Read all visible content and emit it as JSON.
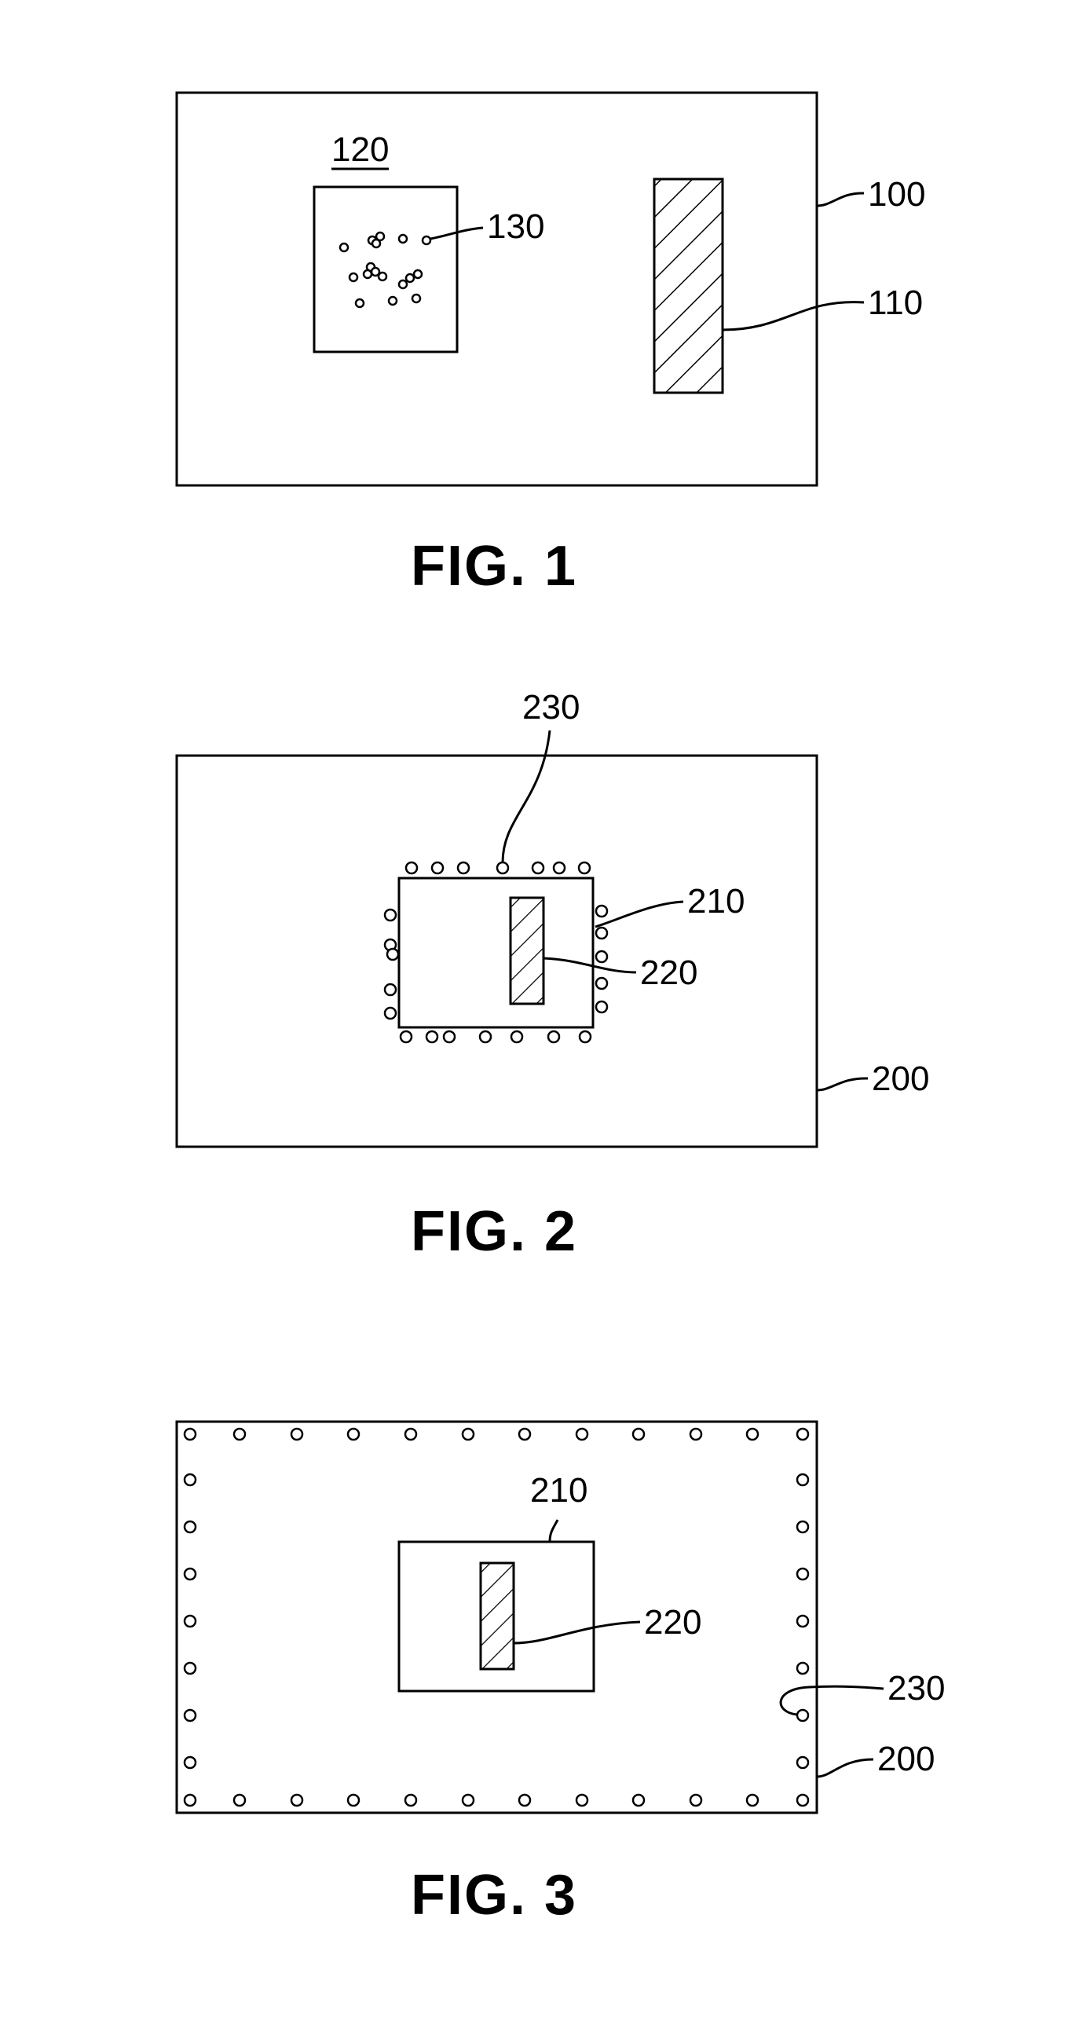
{
  "figures": [
    {
      "caption": "FIG. 1",
      "labels": {
        "substrate": "100",
        "pattern": "110",
        "region": "120",
        "particles": "130"
      }
    },
    {
      "caption": "FIG. 2",
      "labels": {
        "particles": "230",
        "region": "210",
        "pattern": "220",
        "substrate": "200"
      }
    },
    {
      "caption": "FIG. 3",
      "labels": {
        "region": "210",
        "pattern": "220",
        "particles": "230",
        "substrate": "200"
      }
    }
  ],
  "colors": {
    "ink": "#000000",
    "paper": "#ffffff"
  }
}
